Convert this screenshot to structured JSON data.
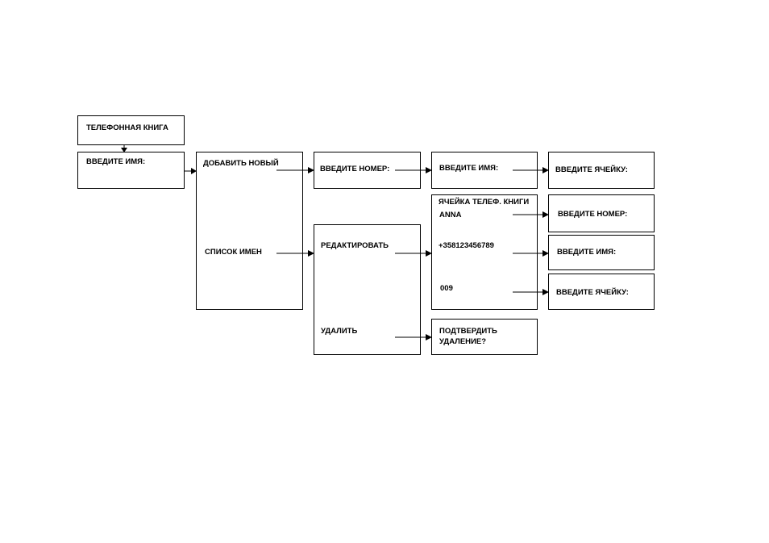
{
  "nodes": {
    "phonebook": "ТЕЛЕФОННАЯ КНИГА",
    "enter_name": "ВВЕДИТЕ ИМЯ:",
    "add_new": "ДОБАВИТЬ НОВЫЙ",
    "name_list": "СПИСОК ИМЕН",
    "add_enter_number": "ВВЕДИТЕ НОМЕР:",
    "add_enter_name": "ВВЕДИТЕ ИМЯ:",
    "add_enter_cell": "ВВЕДИТЕ ЯЧЕЙКУ:",
    "edit": "РЕДАКТИРОВАТЬ",
    "delete": "УДАЛИТЬ",
    "cell_title": "ЯЧЕЙКА ТЕЛЕФ. КНИГИ",
    "cell_name": "ANNA",
    "cell_number": "+358123456789",
    "cell_index": "009",
    "edit_enter_number": "ВВЕДИТЕ НОМЕР:",
    "edit_enter_name": "ВВЕДИТЕ ИМЯ:",
    "edit_enter_cell": "ВВЕДИТЕ ЯЧЕЙКУ:",
    "confirm_delete_line1": "ПОДТВЕРДИТЬ",
    "confirm_delete_line2": "УДАЛЕНИЕ?"
  }
}
